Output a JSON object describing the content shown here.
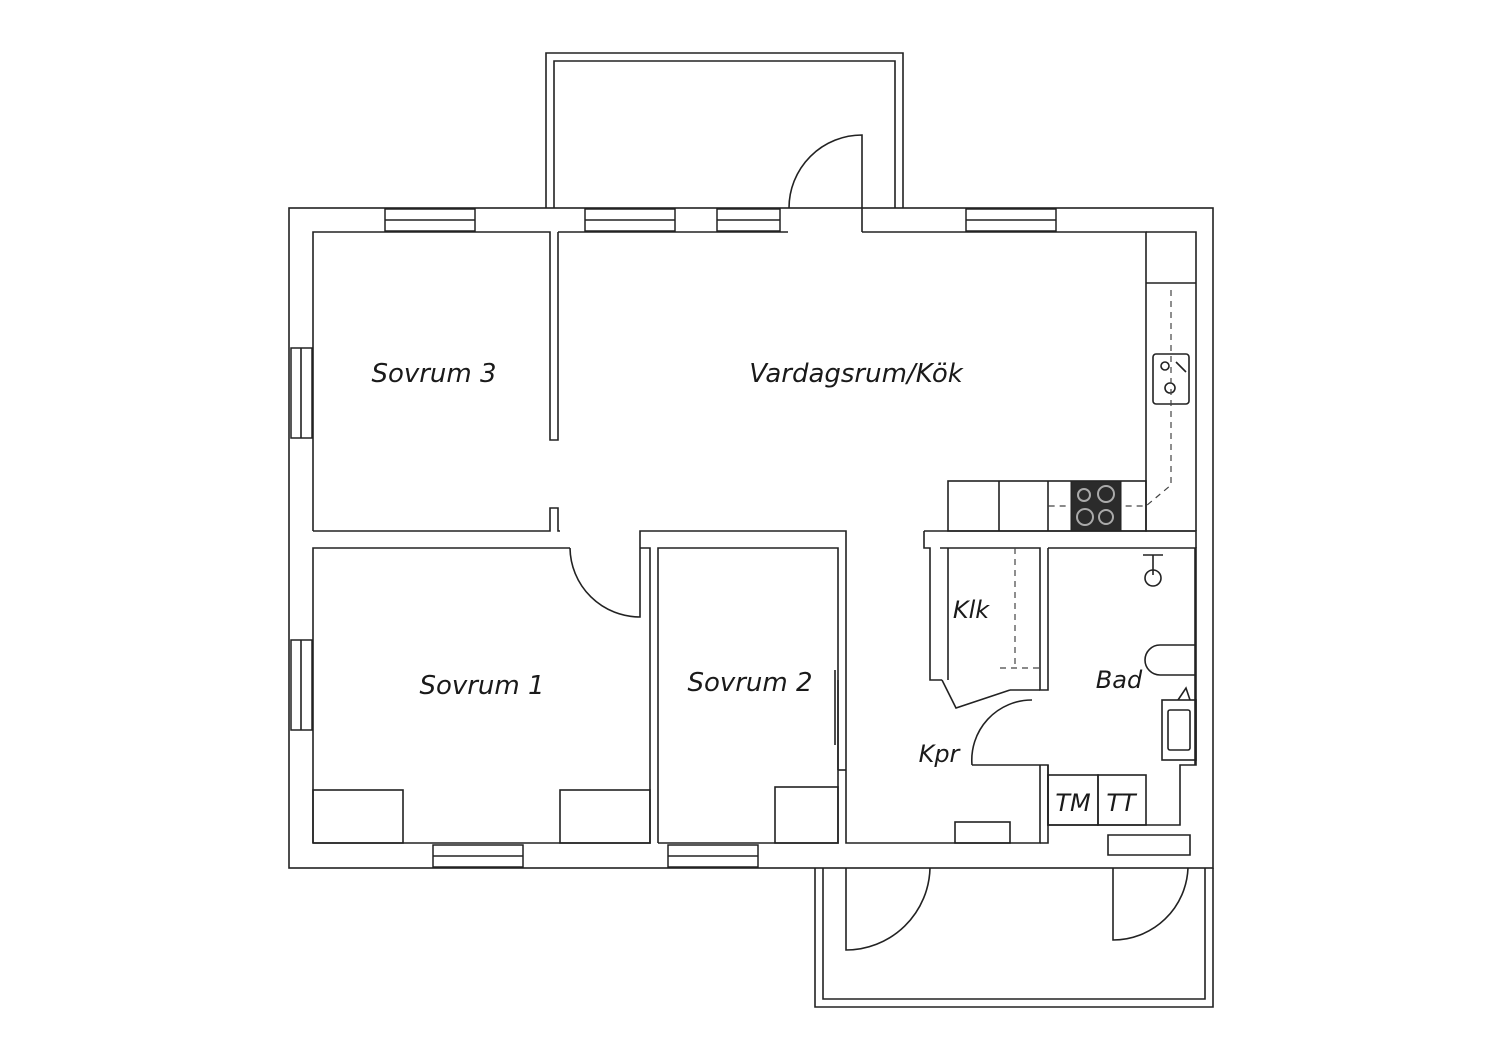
{
  "rooms": {
    "sovrum3": "Sovrum 3",
    "vardagsrum": "Vardagsrum/Kök",
    "sovrum1": "Sovrum 1",
    "sovrum2": "Sovrum 2",
    "klk": "Klk",
    "bad": "Bad",
    "kpr": "Kpr",
    "tm": "TM",
    "tt": "TT"
  },
  "colors": {
    "line": "#222222",
    "background": "#ffffff",
    "stove": "#2b2b2b"
  }
}
